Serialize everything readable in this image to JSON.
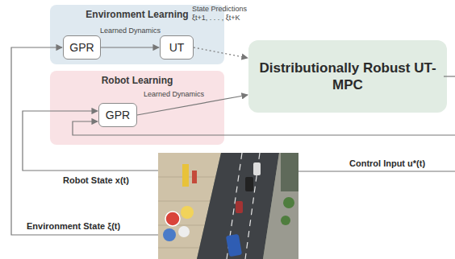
{
  "diagram": {
    "nodes": [
      {
        "text": [
          "Environment Learning"
        ]
      },
      {
        "text": [
          "GPR"
        ],
        "in": 0
      },
      {
        "text": [
          "UT"
        ],
        "in": 0
      },
      {
        "text": [
          "Robot Learning"
        ]
      },
      {
        "text": [
          "GPR"
        ],
        "in": 3
      },
      {
        "text": [
          "Distributionally Robust UT-MPC"
        ]
      }
    ],
    "edges": [
      {
        "from": 1,
        "to": 2,
        "arrow": "to",
        "label": "Learned Dynamics"
      },
      {
        "from": 2,
        "to": 5,
        "arrow": "to",
        "label": "State Predictions ξt+1, . . . , ξt+K"
      },
      {
        "from": 4,
        "to": 5,
        "arrow": "to",
        "label": "Learned Dynamics"
      }
    ],
    "labels": [
      "Robot State x(t)",
      "Environment State ξ(t)",
      "Control Input u*(t)"
    ]
  }
}
